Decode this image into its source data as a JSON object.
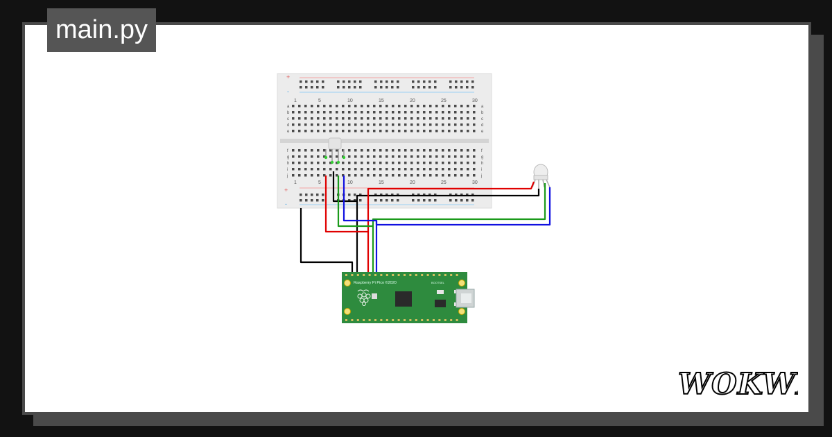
{
  "file_tab": {
    "label": "main.py"
  },
  "breadboard": {
    "column_numbers": [
      "1",
      "5",
      "10",
      "15",
      "20",
      "25",
      "30"
    ],
    "row_letters_top": [
      "a",
      "b",
      "c",
      "d",
      "e"
    ],
    "row_letters_bottom": [
      "f",
      "g",
      "h",
      "i",
      "j"
    ],
    "rail_plus": "+",
    "rail_minus": "-"
  },
  "pico": {
    "board_label": "Raspberry Pi Pico ©2020",
    "bootsel_label": "BOOTSEL",
    "board_color": "#2e8b3e"
  },
  "wires": {
    "red": "#e00000",
    "green": "#1a9a1a",
    "blue": "#1010e0",
    "black": "#000000"
  },
  "brand": {
    "logo_text": "WOKWI"
  }
}
